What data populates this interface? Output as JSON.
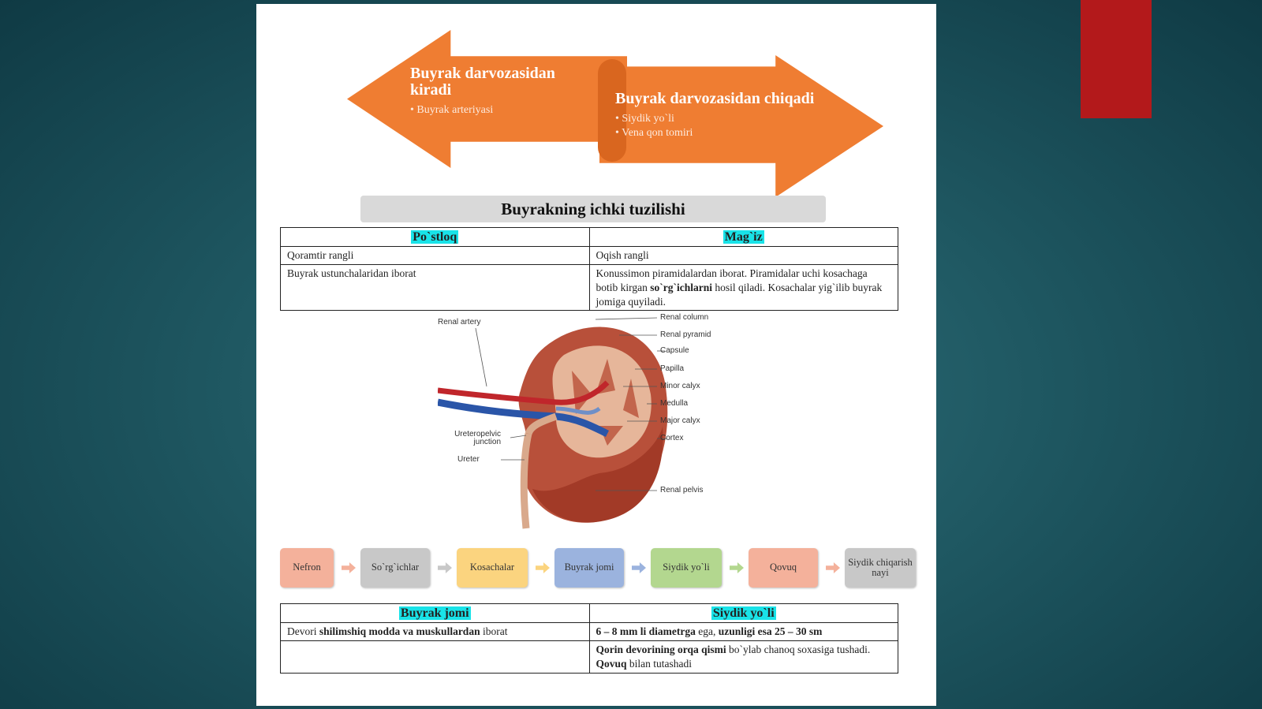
{
  "slide": {
    "arrows": {
      "left": {
        "title": "Buyrak darvozasidan kiradi",
        "bullets": [
          "Buyrak arteriyasi"
        ]
      },
      "right": {
        "title": "Buyrak darvozasidan chiqadi",
        "bullets": [
          "Siydik yo`li",
          "Vena qon tomiri"
        ]
      }
    },
    "section_title": "Buyrakning ichki tuzilishi",
    "table1": {
      "headers": [
        "Po`stloq",
        "Mag`iz"
      ],
      "row1": [
        "Qoramtir rangli",
        "Oqish rangli"
      ],
      "row2_left": "Buyrak ustunchalaridan iborat",
      "row2_right": {
        "p1": "Konussimon piramidalardan iborat. Piramidalar uchi kosachaga botib kirgan ",
        "b1": "so`rg`ichlarni",
        "p2": " hosil qiladi. Kosachalar yig`ilib buyrak jomiga quyiladi."
      }
    },
    "diagram_labels": {
      "renal_artery": "Renal artery",
      "ureteropelvic": "Ureteropelvic junction",
      "ureter": "Ureter",
      "renal_column": "Renal column",
      "renal_pyramid": "Renal pyramid",
      "capsule": "Capsule",
      "papilla": "Papilla",
      "minor_calyx": "Minor calyx",
      "medulla": "Medulla",
      "major_calyx": "Major calyx",
      "cortex": "Cortex",
      "renal_pelvis": "Renal pelvis"
    },
    "flow": [
      {
        "label": "Nefron",
        "color": "#f4b19b"
      },
      {
        "label": "So`rg`ichlar",
        "color": "#c8c8c8"
      },
      {
        "label": "Kosachalar",
        "color": "#fbd47f"
      },
      {
        "label": "Buyrak jomi",
        "color": "#9bb3de"
      },
      {
        "label": "Siydik yo`li",
        "color": "#b3d78f"
      },
      {
        "label": "Qovuq",
        "color": "#f4b19b"
      },
      {
        "label": "Siydik chiqarish nayi",
        "color": "#c8c8c8"
      }
    ],
    "flow_arrow_colors": [
      "#f4b19b",
      "#c8c8c8",
      "#fbd47f",
      "#9bb3de",
      "#b3d78f",
      "#f4b19b"
    ],
    "table2": {
      "headers": [
        "Buyrak jomi",
        "Siydik yo`li"
      ],
      "r1_left": {
        "p1": "Devori ",
        "b1": "shilimshiq modda va muskullardan",
        "p2": " iborat"
      },
      "r1_right": {
        "b1": "6 – 8 mm li diametrga",
        "p1": " ega, ",
        "b2": "uzunligi esa 25 – 30 sm"
      },
      "r2_right": {
        "b1": "Qorin devorining orqa qismi",
        "p1": " bo`ylab chanoq soxasiga tushadi. ",
        "b2": "Qovuq",
        "p2": " bilan tutashadi"
      }
    }
  }
}
